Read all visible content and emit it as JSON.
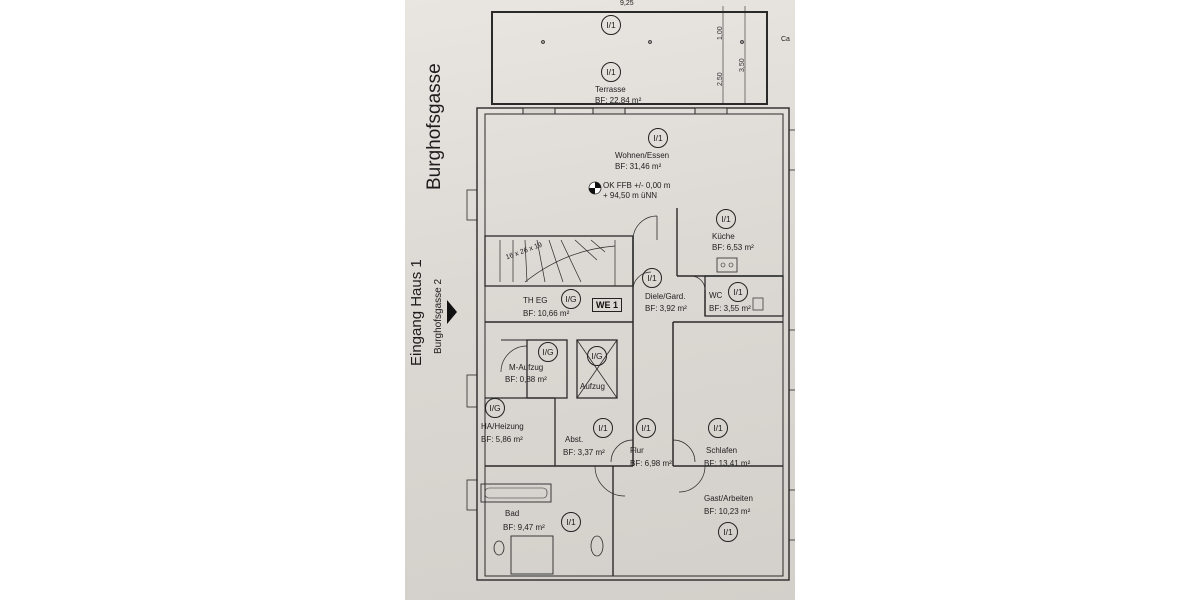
{
  "streets": {
    "main": "Burghofsgasse",
    "entrance_line1": "Eingang Haus 1",
    "entrance_line2": "Burghofsgasse 2"
  },
  "apartment_label": "WE 1",
  "elevation": {
    "line1": "OK FFB +/- 0,00 m",
    "line2": "+ 94,50 m üNN"
  },
  "stair_label": "16 x 26 x 19",
  "dimensions": {
    "d1": "1,00",
    "d2": "2,50",
    "d3": "3,50",
    "top": "9,25",
    "edge": "Ca"
  },
  "rooms": [
    {
      "name": "Terrasse",
      "area": "BF: 22,84 m²",
      "marks": [
        "I/1",
        "I/1"
      ]
    },
    {
      "name": "Wohnen/Essen",
      "area": "BF:    31,46 m²",
      "marks": [
        "I/1"
      ]
    },
    {
      "name": "Küche",
      "area": "BF: 6,53 m²",
      "marks": [
        "I/1"
      ]
    },
    {
      "name": "TH EG",
      "area": "BF: 10,66 m²",
      "marks": [
        "I/G"
      ]
    },
    {
      "name": "Diele/Gard.",
      "area": "BF: 3,92 m²",
      "marks": [
        "I/1"
      ]
    },
    {
      "name": "WC",
      "area": "BF: 3,55 m²",
      "marks": [
        "I/1"
      ]
    },
    {
      "name": "M-Aufzug",
      "area": "BF: 0,88 m²",
      "marks": [
        "I/G"
      ]
    },
    {
      "name": "Aufzug",
      "area": "",
      "marks": [
        "I/G"
      ]
    },
    {
      "name": "HA/Heizung",
      "area": "BF: 5,86 m²",
      "marks": [
        "I/G"
      ]
    },
    {
      "name": "Abst.",
      "area": "BF: 3,37 m²",
      "marks": [
        "I/1"
      ]
    },
    {
      "name": "Flur",
      "area": "BF: 6,98 m²",
      "marks": [
        "I/1"
      ]
    },
    {
      "name": "Schlafen",
      "area": "BF: 13,41 m²",
      "marks": [
        "I/1"
      ]
    },
    {
      "name": "Bad",
      "area": "BF: 9,47 m²",
      "marks": [
        "I/1"
      ]
    },
    {
      "name": "Gast/Arbeiten",
      "area": "BF:    10,23 m²",
      "marks": [
        "I/1"
      ]
    }
  ]
}
